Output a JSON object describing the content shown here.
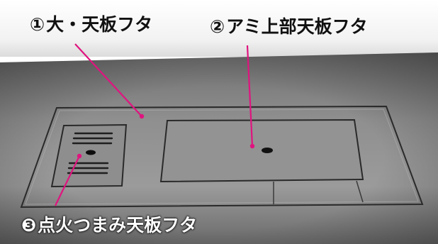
{
  "labels": {
    "lid1": {
      "number": "①",
      "text": "大・天板フタ"
    },
    "lid2": {
      "number": "②",
      "text": "アミ上部天板フタ"
    },
    "lid3": {
      "number": "❸",
      "text": "点火つまみ天板フタ"
    }
  },
  "colors": {
    "callout_line": "#e0147f",
    "background": "#ffffff",
    "countertop": "#8a8a8a",
    "outline": "#2a2a2a"
  }
}
